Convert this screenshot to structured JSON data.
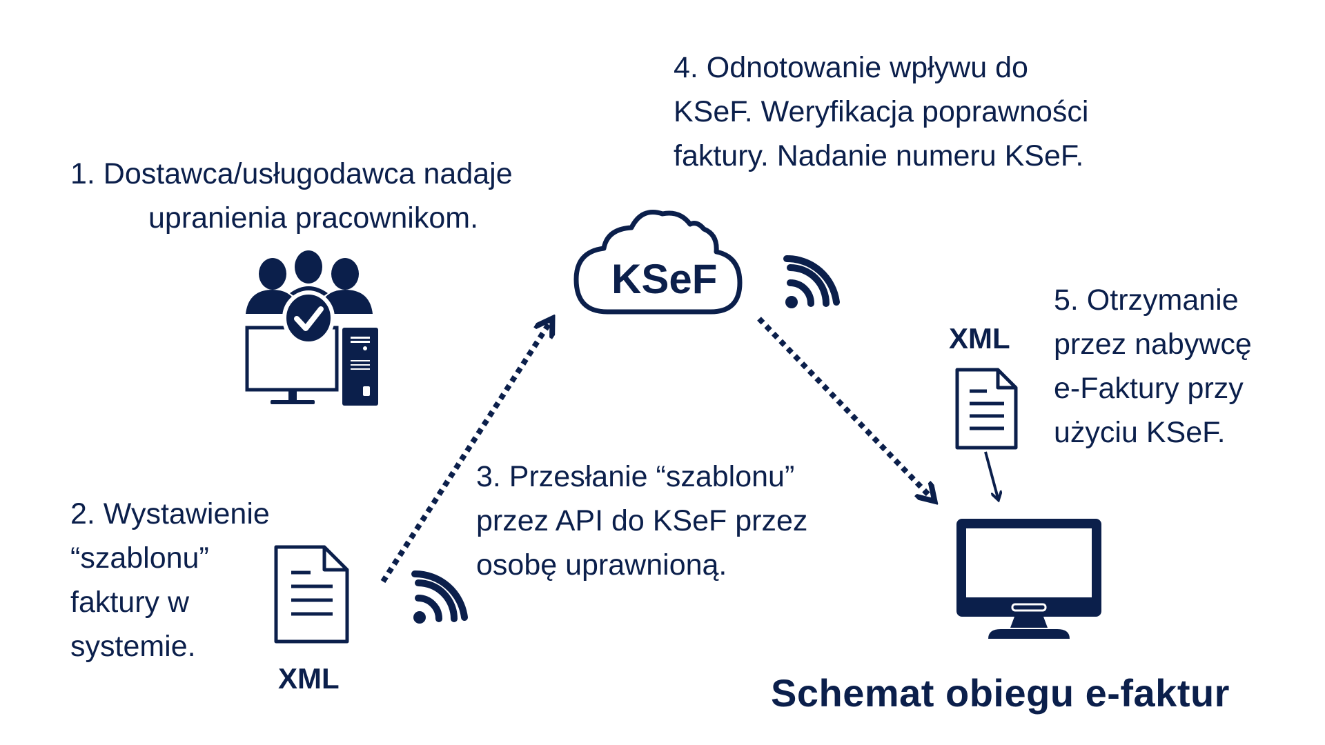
{
  "color": "#0b1f4b",
  "steps": {
    "step1": [
      "1.  Dostawca/usługodawca nadaje",
      "upranienia pracownikom."
    ],
    "step2": [
      "2. Wystawienie",
      "“szablonu”",
      "faktury w",
      "systemie."
    ],
    "step3": [
      "3. Przesłanie “szablonu”",
      "przez API do KSeF przez",
      "osobę uprawnioną."
    ],
    "step4": [
      "4. Odnotowanie wpływu do",
      "KSeF. Weryfikacja poprawności",
      "faktury. Nadanie numeru KSeF."
    ],
    "step5": [
      "5. Otrzymanie",
      "przez nabywcę",
      "e-Faktury przy",
      "użyciu KSeF."
    ]
  },
  "cloud_label": "KSeF",
  "xml_left": "XML",
  "xml_right": "XML",
  "title": "Schemat obiegu e-faktur",
  "icons": [
    "users-computer-check-icon",
    "cloud-icon",
    "wifi-icon",
    "document-icon",
    "monitor-icon"
  ]
}
